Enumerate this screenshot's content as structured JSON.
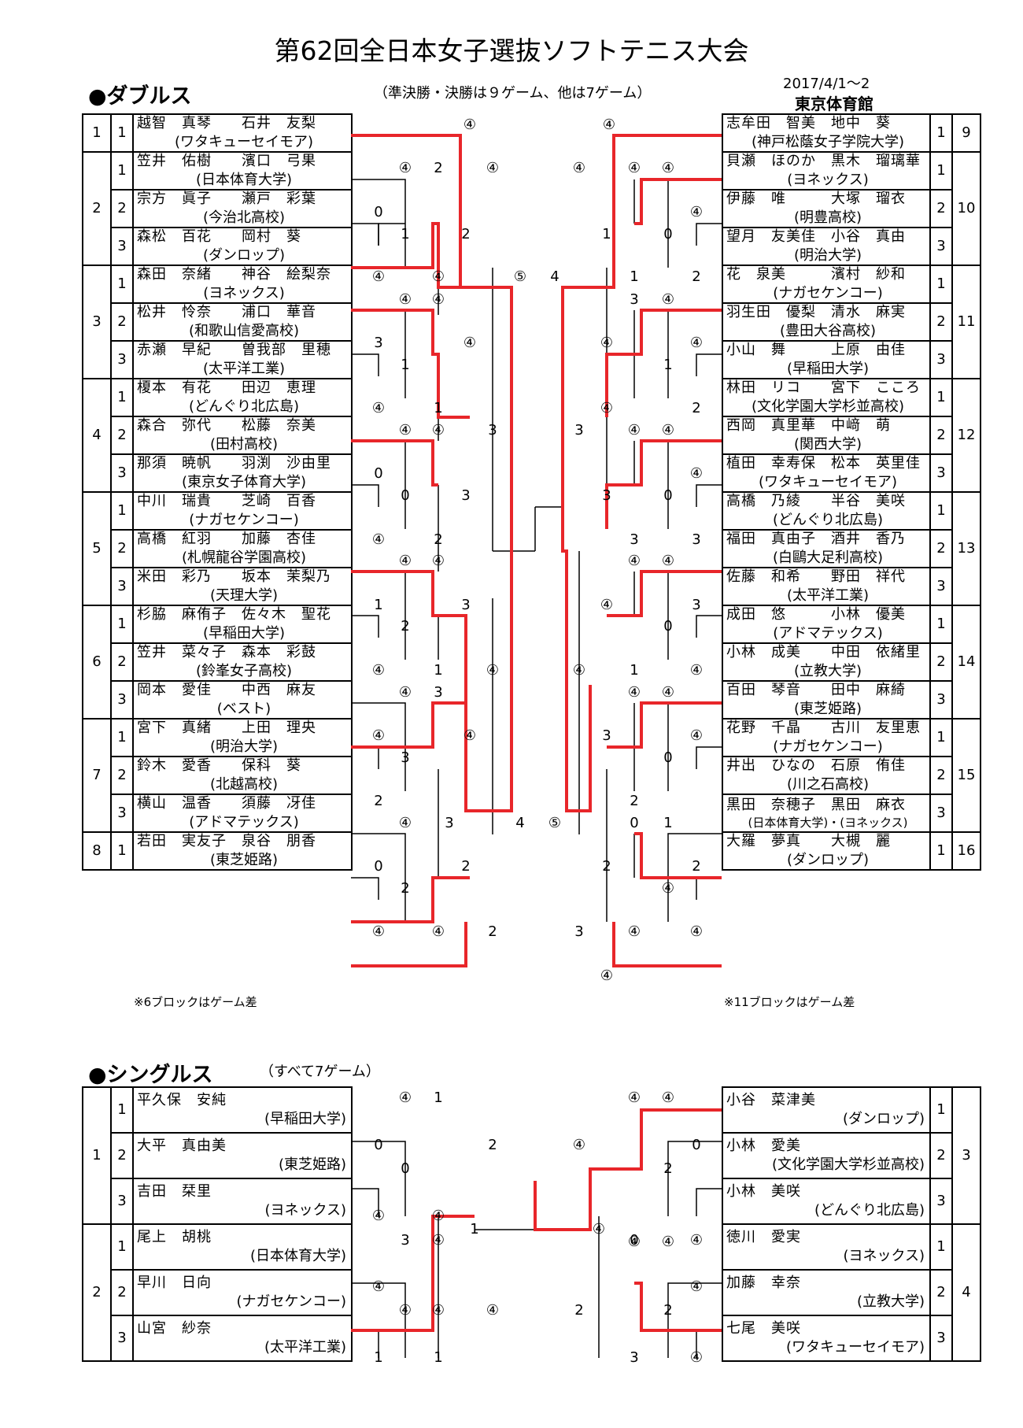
{
  "title": "第62回全日本女子選抜ソフトテニス大会",
  "date": "2017/4/1～2",
  "venue": "東京体育館",
  "doubles": {
    "heading": "●ダブルス",
    "rule": "（準決勝・決勝は９ゲーム、他は7ゲーム）",
    "note_left": "※6ブロックはゲーム差",
    "note_right": "※11ブロックはゲーム差",
    "left_blocks": [
      {
        "block": "1",
        "rows": [
          {
            "pos": "1",
            "names": "越智　真琴　　石井　友梨",
            "team": "(ワタキューセイモア)"
          }
        ]
      },
      {
        "block": "2",
        "rows": [
          {
            "pos": "1",
            "names": "笠井　佑樹　　濱口　弓果",
            "team": "(日本体育大学)"
          },
          {
            "pos": "2",
            "names": "宗方　眞子　　瀬戸　彩葉",
            "team": "(今治北高校)"
          },
          {
            "pos": "3",
            "names": "森松　百花　　岡村　葵",
            "team": "(ダンロップ)"
          }
        ]
      },
      {
        "block": "3",
        "rows": [
          {
            "pos": "1",
            "names": "森田　奈緒　　神谷　絵梨奈",
            "team": "(ヨネックス)"
          },
          {
            "pos": "2",
            "names": "松井　怜奈　　浦口　華音",
            "team": "(和歌山信愛高校)"
          },
          {
            "pos": "3",
            "names": "赤瀬　早紀　　曽我部　里穂",
            "team": "(太平洋工業)"
          }
        ]
      },
      {
        "block": "4",
        "rows": [
          {
            "pos": "1",
            "names": "榎本　有花　　田辺　恵理",
            "team": "(どんぐり北広島)"
          },
          {
            "pos": "2",
            "names": "森合　弥代　　松藤　奈美",
            "team": "(田村高校)"
          },
          {
            "pos": "3",
            "names": "那須　暁帆　　羽渕　沙由里",
            "team": "(東京女子体育大学)"
          }
        ]
      },
      {
        "block": "5",
        "rows": [
          {
            "pos": "1",
            "names": "中川　瑞貴　　芝崎　百香",
            "team": "(ナガセケンコー)"
          },
          {
            "pos": "2",
            "names": "高橋　紅羽　　加藤　杏佳",
            "team": "(札幌龍谷学園高校)"
          },
          {
            "pos": "3",
            "names": "米田　彩乃　　坂本　茉梨乃",
            "team": "(天理大学)"
          }
        ]
      },
      {
        "block": "6",
        "rows": [
          {
            "pos": "1",
            "names": "杉脇　麻侑子　佐々木　聖花",
            "team": "(早稲田大学)"
          },
          {
            "pos": "2",
            "names": "笠井　菜々子　森本　彩鼓",
            "team": "(鈴峯女子高校)"
          },
          {
            "pos": "3",
            "names": "岡本　愛佳　　中西　麻友",
            "team": "(ベスト)"
          }
        ]
      },
      {
        "block": "7",
        "rows": [
          {
            "pos": "1",
            "names": "宮下　真緒　　上田　理央",
            "team": "(明治大学)"
          },
          {
            "pos": "2",
            "names": "鈴木　愛香　　保科　葵",
            "team": "(北越高校)"
          },
          {
            "pos": "3",
            "names": "横山　温香　　須藤　冴佳",
            "team": "(アドマテックス)"
          }
        ]
      },
      {
        "block": "8",
        "rows": [
          {
            "pos": "1",
            "names": "若田　実友子　泉谷　朋香",
            "team": "(東芝姫路)"
          }
        ]
      }
    ],
    "right_blocks": [
      {
        "block": "9",
        "rows": [
          {
            "pos": "1",
            "names": "志牟田　智美　地中　葵",
            "team": "(神戸松蔭女子学院大学)"
          }
        ]
      },
      {
        "block": "10",
        "rows": [
          {
            "pos": "1",
            "names": "貝瀬　ほのか　黒木　瑠璃華",
            "team": "(ヨネックス)"
          },
          {
            "pos": "2",
            "names": "伊藤　唯　　　大塚　瑠衣",
            "team": "(明豊高校)"
          },
          {
            "pos": "3",
            "names": "望月　友美佳　小谷　真由",
            "team": "(明治大学)"
          }
        ]
      },
      {
        "block": "11",
        "rows": [
          {
            "pos": "1",
            "names": "花　泉美　　　濱村　紗和",
            "team": "(ナガセケンコー)"
          },
          {
            "pos": "2",
            "names": "羽生田　優梨　清水　麻実",
            "team": "(豊田大谷高校)"
          },
          {
            "pos": "3",
            "names": "小山　舞　　　上原　由佳",
            "team": "(早稲田大学)"
          }
        ]
      },
      {
        "block": "12",
        "rows": [
          {
            "pos": "1",
            "names": "林田　リコ　　宮下　こころ",
            "team": "(文化学園大学杉並高校)"
          },
          {
            "pos": "2",
            "names": "西岡　真里華　中﨑　萌",
            "team": "(関西大学)"
          },
          {
            "pos": "3",
            "names": "植田　幸寿保　松本　英里佳",
            "team": "(ワタキューセイモア)"
          }
        ]
      },
      {
        "block": "13",
        "rows": [
          {
            "pos": "1",
            "names": "高橋　乃綾　　半谷　美咲",
            "team": "(どんぐり北広島)"
          },
          {
            "pos": "2",
            "names": "福田　真由子　酒井　香乃",
            "team": "(白鷗大足利高校)"
          },
          {
            "pos": "3",
            "names": "佐藤　和希　　野田　祥代",
            "team": "(太平洋工業)"
          }
        ]
      },
      {
        "block": "14",
        "rows": [
          {
            "pos": "1",
            "names": "成田　悠　　　小林　優美",
            "team": "(アドマテックス)"
          },
          {
            "pos": "2",
            "names": "小林　成美　　中田　依緒里",
            "team": "(立教大学)"
          },
          {
            "pos": "3",
            "names": "百田　琴音　　田中　麻綺",
            "team": "(東芝姫路)"
          }
        ]
      },
      {
        "block": "15",
        "rows": [
          {
            "pos": "1",
            "names": "花野　千晶　　古川　友里恵",
            "team": "(ナガセケンコー)"
          },
          {
            "pos": "2",
            "names": "井出　ひなの　石原　侑佳",
            "team": "(川之石高校)"
          },
          {
            "pos": "3",
            "names": "黒田　奈穂子　黒田　麻衣",
            "team": "(日本体育大学)・(ヨネックス)"
          }
        ]
      },
      {
        "block": "16",
        "rows": [
          {
            "pos": "1",
            "names": "大羅　夢真　　大槻　麗",
            "team": "(ダンロップ)"
          }
        ]
      }
    ]
  },
  "singles": {
    "heading": "●シングルス",
    "rule": "（すべて7ゲーム）",
    "left_blocks": [
      {
        "block": "1",
        "rows": [
          {
            "pos": "1",
            "names": "平久保　安純",
            "team": "(早稲田大学)"
          },
          {
            "pos": "2",
            "names": "大平　真由美",
            "team": "(東芝姫路)"
          },
          {
            "pos": "3",
            "names": "吉田　栞里",
            "team": "(ヨネックス)"
          }
        ]
      },
      {
        "block": "2",
        "rows": [
          {
            "pos": "1",
            "names": "尾上　胡桃",
            "team": "(日本体育大学)"
          },
          {
            "pos": "2",
            "names": "早川　日向",
            "team": "(ナガセケンコー)"
          },
          {
            "pos": "3",
            "names": "山宮　紗奈",
            "team": "(太平洋工業)"
          }
        ]
      }
    ],
    "right_blocks": [
      {
        "block": "3",
        "rows": [
          {
            "pos": "1",
            "names": "小谷　菜津美",
            "team": "(ダンロップ)"
          },
          {
            "pos": "2",
            "names": "小林　愛美",
            "team": "(文化学園大学杉並高校)"
          },
          {
            "pos": "3",
            "names": "小林　美咲",
            "team": "(どんぐり北広島)"
          }
        ]
      },
      {
        "block": "4",
        "rows": [
          {
            "pos": "1",
            "names": "徳川　愛実",
            "team": "(ヨネックス)"
          },
          {
            "pos": "2",
            "names": "加藤　幸奈",
            "team": "(立教大学)"
          },
          {
            "pos": "3",
            "names": "七尾　美咲",
            "team": "(ワタキューセイモア)"
          }
        ]
      }
    ]
  },
  "scores": [
    [
      "④",
      597,
      159
    ],
    [
      "④",
      774,
      159
    ],
    [
      "④",
      515,
      214
    ],
    [
      "2",
      557,
      214
    ],
    [
      "④",
      626,
      214
    ],
    [
      "④",
      736,
      214
    ],
    [
      "④",
      806,
      214
    ],
    [
      "④",
      849,
      214
    ],
    [
      "0",
      481,
      270
    ],
    [
      "④",
      885,
      270
    ],
    [
      "1",
      515,
      298
    ],
    [
      "2",
      592,
      298
    ],
    [
      "1",
      771,
      298
    ],
    [
      "0",
      849,
      298
    ],
    [
      "④",
      481,
      352
    ],
    [
      "④",
      557,
      352
    ],
    [
      "⑤",
      661,
      352
    ],
    [
      "4",
      705,
      352
    ],
    [
      "1",
      806,
      352
    ],
    [
      "2",
      885,
      352
    ],
    [
      "④",
      515,
      381
    ],
    [
      "④",
      557,
      381
    ],
    [
      "3",
      806,
      381
    ],
    [
      "④",
      849,
      381
    ],
    [
      "3",
      481,
      436
    ],
    [
      "④",
      597,
      436
    ],
    [
      "④",
      771,
      436
    ],
    [
      "④",
      885,
      436
    ],
    [
      "1",
      515,
      464
    ],
    [
      "1",
      849,
      464
    ],
    [
      "④",
      481,
      519
    ],
    [
      "1",
      557,
      519
    ],
    [
      "④",
      771,
      519
    ],
    [
      "2",
      885,
      519
    ],
    [
      "④",
      515,
      547
    ],
    [
      "④",
      557,
      547
    ],
    [
      "3",
      626,
      547
    ],
    [
      "3",
      736,
      547
    ],
    [
      "④",
      806,
      547
    ],
    [
      "④",
      849,
      547
    ],
    [
      "0",
      481,
      602
    ],
    [
      "④",
      885,
      602
    ],
    [
      "0",
      515,
      630
    ],
    [
      "3",
      592,
      630
    ],
    [
      "3",
      771,
      630
    ],
    [
      "0",
      849,
      630
    ],
    [
      "④",
      481,
      686
    ],
    [
      "2",
      557,
      686
    ],
    [
      "3",
      806,
      686
    ],
    [
      "3",
      885,
      686
    ],
    [
      "④",
      515,
      713
    ],
    [
      "④",
      557,
      713
    ],
    [
      "④",
      806,
      713
    ],
    [
      "④",
      849,
      713
    ],
    [
      "1",
      481,
      769
    ],
    [
      "3",
      592,
      769
    ],
    [
      "④",
      771,
      769
    ],
    [
      "3",
      885,
      769
    ],
    [
      "2",
      515,
      796
    ],
    [
      "0",
      849,
      796
    ],
    [
      "④",
      481,
      852
    ],
    [
      "1",
      557,
      852
    ],
    [
      "④",
      626,
      852
    ],
    [
      "④",
      736,
      852
    ],
    [
      "1",
      806,
      852
    ],
    [
      "④",
      885,
      852
    ],
    [
      "④",
      515,
      880
    ],
    [
      "3",
      557,
      880
    ],
    [
      "④",
      806,
      880
    ],
    [
      "④",
      849,
      880
    ],
    [
      "④",
      481,
      935
    ],
    [
      "④",
      597,
      935
    ],
    [
      "3",
      771,
      935
    ],
    [
      "④",
      885,
      935
    ],
    [
      "3",
      515,
      963
    ],
    [
      "0",
      849,
      963
    ],
    [
      "2",
      481,
      1018
    ],
    [
      "2",
      806,
      1018
    ],
    [
      "④",
      515,
      1046
    ],
    [
      "3",
      571,
      1046
    ],
    [
      "4",
      661,
      1046
    ],
    [
      "⑤",
      705,
      1046
    ],
    [
      "0",
      806,
      1046
    ],
    [
      "1",
      849,
      1046
    ],
    [
      "0",
      481,
      1101
    ],
    [
      "2",
      592,
      1101
    ],
    [
      "2",
      771,
      1101
    ],
    [
      "2",
      885,
      1101
    ],
    [
      "2",
      515,
      1129
    ],
    [
      "④",
      849,
      1129
    ],
    [
      "④",
      481,
      1184
    ],
    [
      "④",
      557,
      1184
    ],
    [
      "2",
      626,
      1184
    ],
    [
      "3",
      736,
      1184
    ],
    [
      "④",
      806,
      1184
    ],
    [
      "④",
      885,
      1184
    ],
    [
      "④",
      771,
      1240
    ],
    [
      "④",
      515,
      1395
    ],
    [
      "1",
      557,
      1395
    ],
    [
      "④",
      806,
      1395
    ],
    [
      "④",
      849,
      1395
    ],
    [
      "0",
      481,
      1455
    ],
    [
      "2",
      626,
      1455
    ],
    [
      "④",
      736,
      1455
    ],
    [
      "0",
      885,
      1455
    ],
    [
      "0",
      515,
      1485
    ],
    [
      "2",
      849,
      1485
    ],
    [
      "④",
      481,
      1545
    ],
    [
      "④",
      557,
      1545
    ],
    [
      "1",
      603,
      1562
    ],
    [
      "④",
      761,
      1562
    ],
    [
      "0",
      806,
      1576
    ],
    [
      "④",
      885,
      1576
    ],
    [
      "3",
      515,
      1576
    ],
    [
      "④",
      557,
      1576
    ],
    [
      "④",
      806,
      1578
    ],
    [
      "④",
      849,
      1578
    ],
    [
      "④",
      481,
      1635
    ],
    [
      "④",
      557,
      1665
    ],
    [
      "④",
      626,
      1665
    ],
    [
      "2",
      736,
      1665
    ],
    [
      "④",
      885,
      1635
    ],
    [
      "④",
      515,
      1665
    ],
    [
      "2",
      849,
      1665
    ],
    [
      "1",
      481,
      1725
    ],
    [
      "1",
      557,
      1725
    ],
    [
      "3",
      806,
      1725
    ],
    [
      "④",
      885,
      1725
    ]
  ]
}
